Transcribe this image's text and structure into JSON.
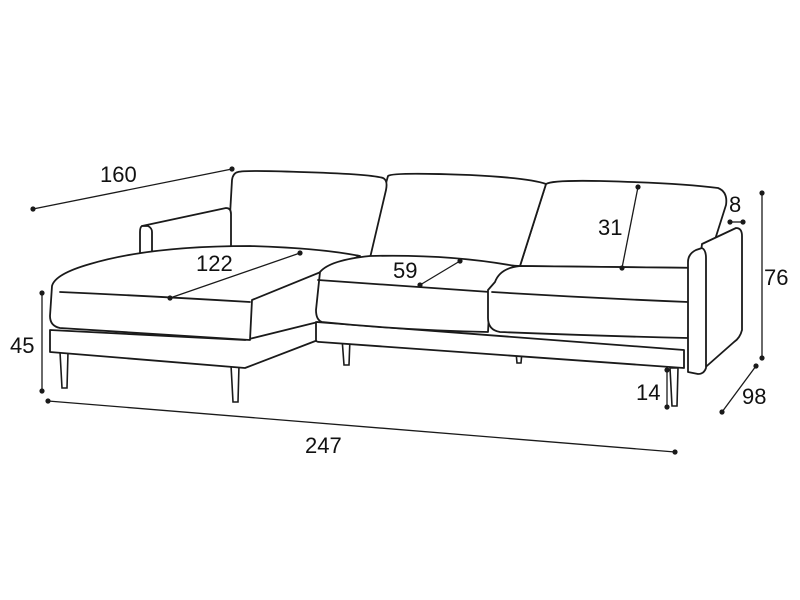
{
  "dimensions": {
    "overall_width": "247",
    "chaise_length": "160",
    "chaise_seat_depth": "122",
    "seat_depth": "59",
    "back_height": "31",
    "arm_width": "8",
    "total_height": "76",
    "seat_height": "45",
    "leg_height": "14",
    "depth": "98"
  }
}
